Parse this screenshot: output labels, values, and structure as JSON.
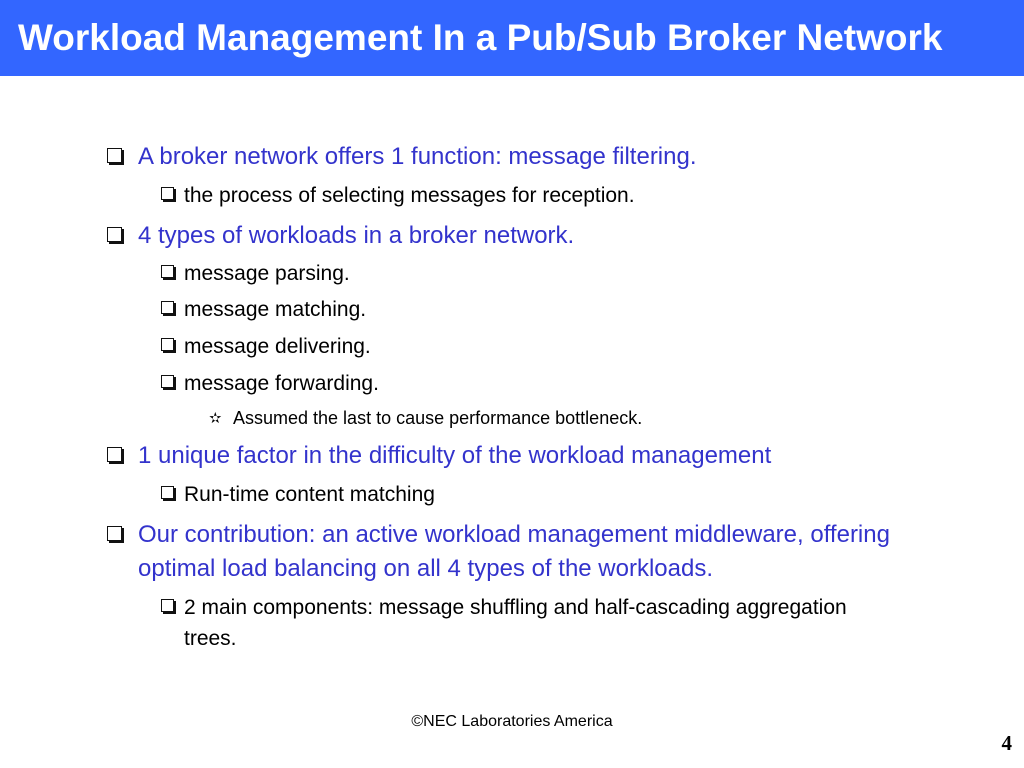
{
  "slide": {
    "title": "Workload Management In a Pub/Sub Broker Network",
    "colors": {
      "title_bar": "#3366ff",
      "level1_text": "#3333cc",
      "level2_text": "#000000"
    },
    "bullets": [
      {
        "level": 1,
        "icon": "checkbox-bullet-icon",
        "text": "A broker network offers 1 function: message filtering."
      },
      {
        "level": 2,
        "icon": "checkbox-bullet-icon",
        "text": "the process of selecting messages for reception."
      },
      {
        "level": 1,
        "icon": "checkbox-bullet-icon",
        "text": "4 types of workloads in a broker network."
      },
      {
        "level": 2,
        "icon": "checkbox-bullet-icon",
        "text": "message parsing."
      },
      {
        "level": 2,
        "icon": "checkbox-bullet-icon",
        "text": "message matching."
      },
      {
        "level": 2,
        "icon": "checkbox-bullet-icon",
        "text": "message delivering."
      },
      {
        "level": 2,
        "icon": "checkbox-bullet-icon",
        "text": "message forwarding."
      },
      {
        "level": 3,
        "icon": "star-bullet-icon",
        "text": "Assumed the last to cause performance bottleneck."
      },
      {
        "level": 1,
        "icon": "checkbox-bullet-icon",
        "text": "1 unique factor in the difficulty of the workload management"
      },
      {
        "level": 2,
        "icon": "checkbox-bullet-icon",
        "text": "Run-time content matching"
      },
      {
        "level": 1,
        "icon": "checkbox-bullet-icon",
        "text": "Our contribution: an active workload management middleware, offering optimal load balancing on all 4 types of the workloads."
      },
      {
        "level": 2,
        "icon": "checkbox-bullet-icon",
        "text": "2 main components: message shuffling and half-cascading aggregation trees."
      }
    ],
    "footer": "©NEC Laboratories America",
    "page_number": "4"
  }
}
